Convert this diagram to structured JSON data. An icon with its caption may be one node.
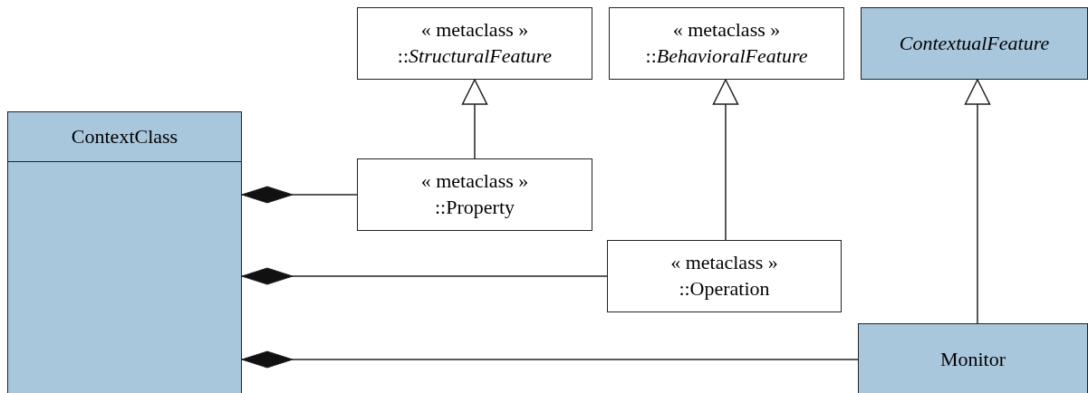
{
  "diagram": {
    "nodes": [
      {
        "text": [
          "ContextClass"
        ]
      },
      {
        "text": [
          "« metaclass »",
          "::*StructuralFeature*"
        ]
      },
      {
        "text": [
          "« metaclass »",
          "::*BehavioralFeature*"
        ]
      },
      {
        "text": [
          "ContextualFeature"
        ]
      },
      {
        "text": [
          "« metaclass »",
          "::Property"
        ]
      },
      {
        "text": [
          "« metaclass »",
          "::Operation"
        ]
      },
      {
        "text": [
          "Monitor"
        ]
      }
    ],
    "edges": [
      {
        "from": 4,
        "to": 1,
        "arrow": "to"
      },
      {
        "from": 5,
        "to": 2,
        "arrow": "to"
      },
      {
        "from": 6,
        "to": 3,
        "arrow": "to"
      },
      {
        "from": 0,
        "to": 4,
        "arrow": "other"
      },
      {
        "from": 0,
        "to": 5,
        "arrow": "other"
      },
      {
        "from": 0,
        "to": 6,
        "arrow": "other"
      }
    ]
  }
}
